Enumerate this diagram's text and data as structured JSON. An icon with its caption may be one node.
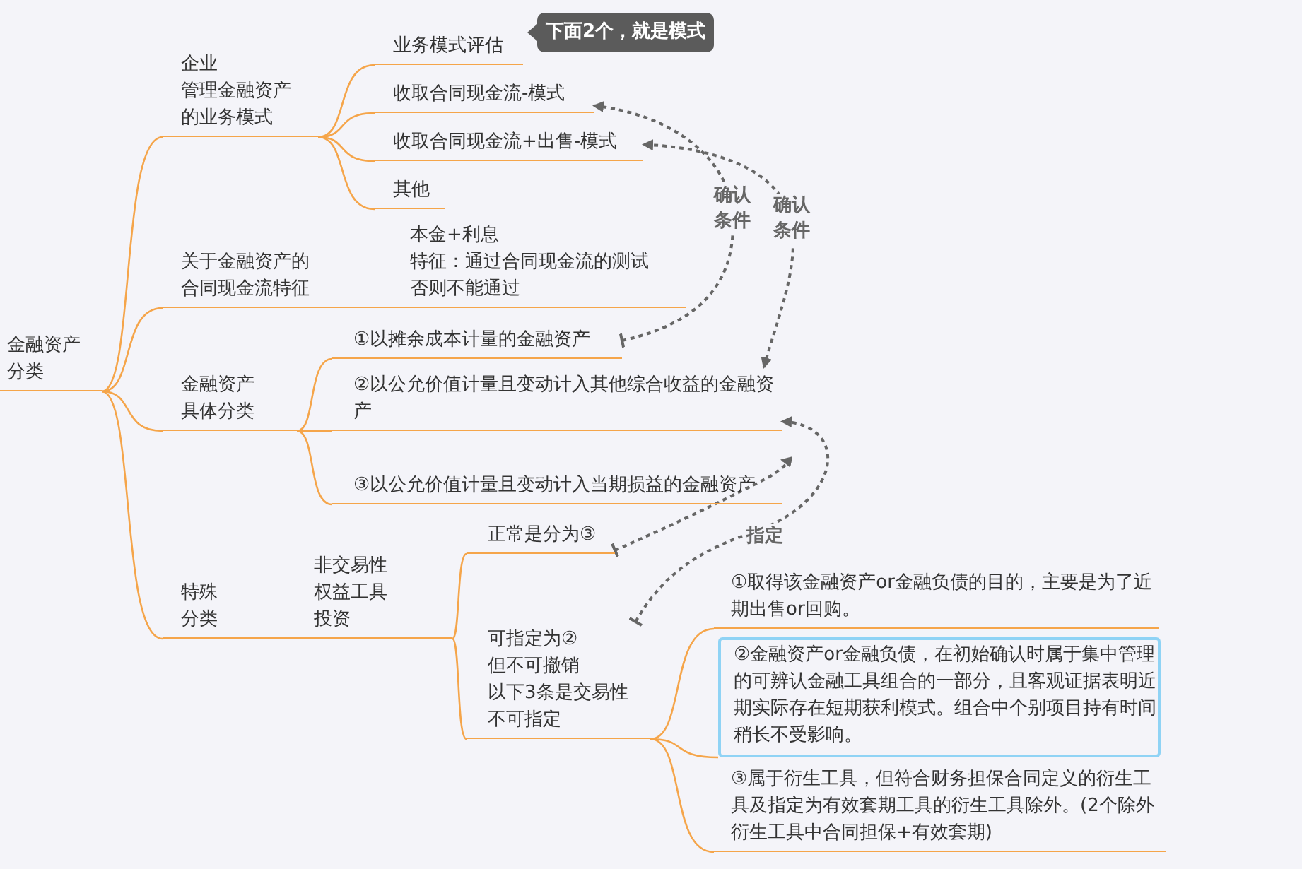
{
  "diagram": {
    "nodes": [
      {
        "text": [
          "金融资产",
          "分类"
        ]
      },
      {
        "text": [
          "企业",
          "管理金融资产",
          "的业务模式"
        ]
      },
      {
        "text": [
          "业务模式评估"
        ],
        "beside": [
          "下面2个，就是模式"
        ]
      },
      {
        "text": [
          "收取合同现金流-模式"
        ]
      },
      {
        "text": [
          "收取合同现金流+出售-模式"
        ]
      },
      {
        "text": [
          "其他"
        ]
      },
      {
        "text": [
          "关于金融资产的",
          "合同现金流特征",
          "本金+利息",
          "特征：通过合同现金流的测试",
          "否则不能通过"
        ]
      },
      {
        "text": [
          "金融资产",
          "具体分类"
        ]
      },
      {
        "text": [
          "①以摊余成本计量的金融资产"
        ]
      },
      {
        "text": [
          "②以公允价值计量且变动计入其他综合收益的金融资产"
        ]
      },
      {
        "text": [
          "③以公允价值计量且变动计入当期损益的金融资产"
        ]
      },
      {
        "text": [
          "特殊",
          "分类",
          "非交易性",
          "权益工具",
          "投资"
        ]
      },
      {
        "text": [
          "正常是分为③"
        ]
      },
      {
        "text": [
          "可指定为②",
          "但不可撤销",
          "以下3条是交易性",
          "不可指定"
        ]
      },
      {
        "text": [
          "①取得该金融资产or金融负债的目的，主要是为了近期出售or回购。"
        ]
      },
      {
        "text": [
          "②金融资产or金融负债，在初始确认时属于集中管理的可辨认金融工具组合的一部分，且客观证据表明近期实际存在短期获利模式。组合中个别项目持有时间稍长不受影响。"
        ]
      },
      {
        "text": [
          "③属于衍生工具，但符合财务担保合同定义的衍生工具及指定为有效套期工具的衍生工具除外。(2个除外衍生工具中合同担保+有效套期)"
        ]
      }
    ],
    "edges": [
      {
        "from": 0,
        "to": 1,
        "arrow": "none"
      },
      {
        "from": 0,
        "to": 6,
        "arrow": "none"
      },
      {
        "from": 0,
        "to": 7,
        "arrow": "none"
      },
      {
        "from": 0,
        "to": 11,
        "arrow": "none"
      },
      {
        "from": 1,
        "to": 2,
        "arrow": "none"
      },
      {
        "from": 1,
        "to": 3,
        "arrow": "none"
      },
      {
        "from": 1,
        "to": 4,
        "arrow": "none"
      },
      {
        "from": 1,
        "to": 5,
        "arrow": "none"
      },
      {
        "from": 7,
        "to": 8,
        "arrow": "none"
      },
      {
        "from": 7,
        "to": 9,
        "arrow": "none"
      },
      {
        "from": 7,
        "to": 10,
        "arrow": "none"
      },
      {
        "from": 11,
        "to": 12,
        "arrow": "none"
      },
      {
        "from": 11,
        "to": 13,
        "arrow": "none"
      },
      {
        "from": 13,
        "to": 14,
        "arrow": "none"
      },
      {
        "from": 13,
        "to": 15,
        "arrow": "none"
      },
      {
        "from": 13,
        "to": 16,
        "arrow": "none"
      },
      {
        "from": 8,
        "to": 3,
        "arrow": "to",
        "label": "确认条件",
        "style": "dashed",
        "color": "#666666"
      },
      {
        "from": 9,
        "to": 4,
        "arrow": "both",
        "label": "确认条件",
        "style": "dashed",
        "color": "#666666"
      },
      {
        "from": 13,
        "to": 9,
        "arrow": "to",
        "label": "指定",
        "style": "dashed",
        "color": "#666666"
      },
      {
        "from": 12,
        "to": 10,
        "arrow": "to",
        "style": "dashed",
        "color": "#666666"
      }
    ]
  }
}
